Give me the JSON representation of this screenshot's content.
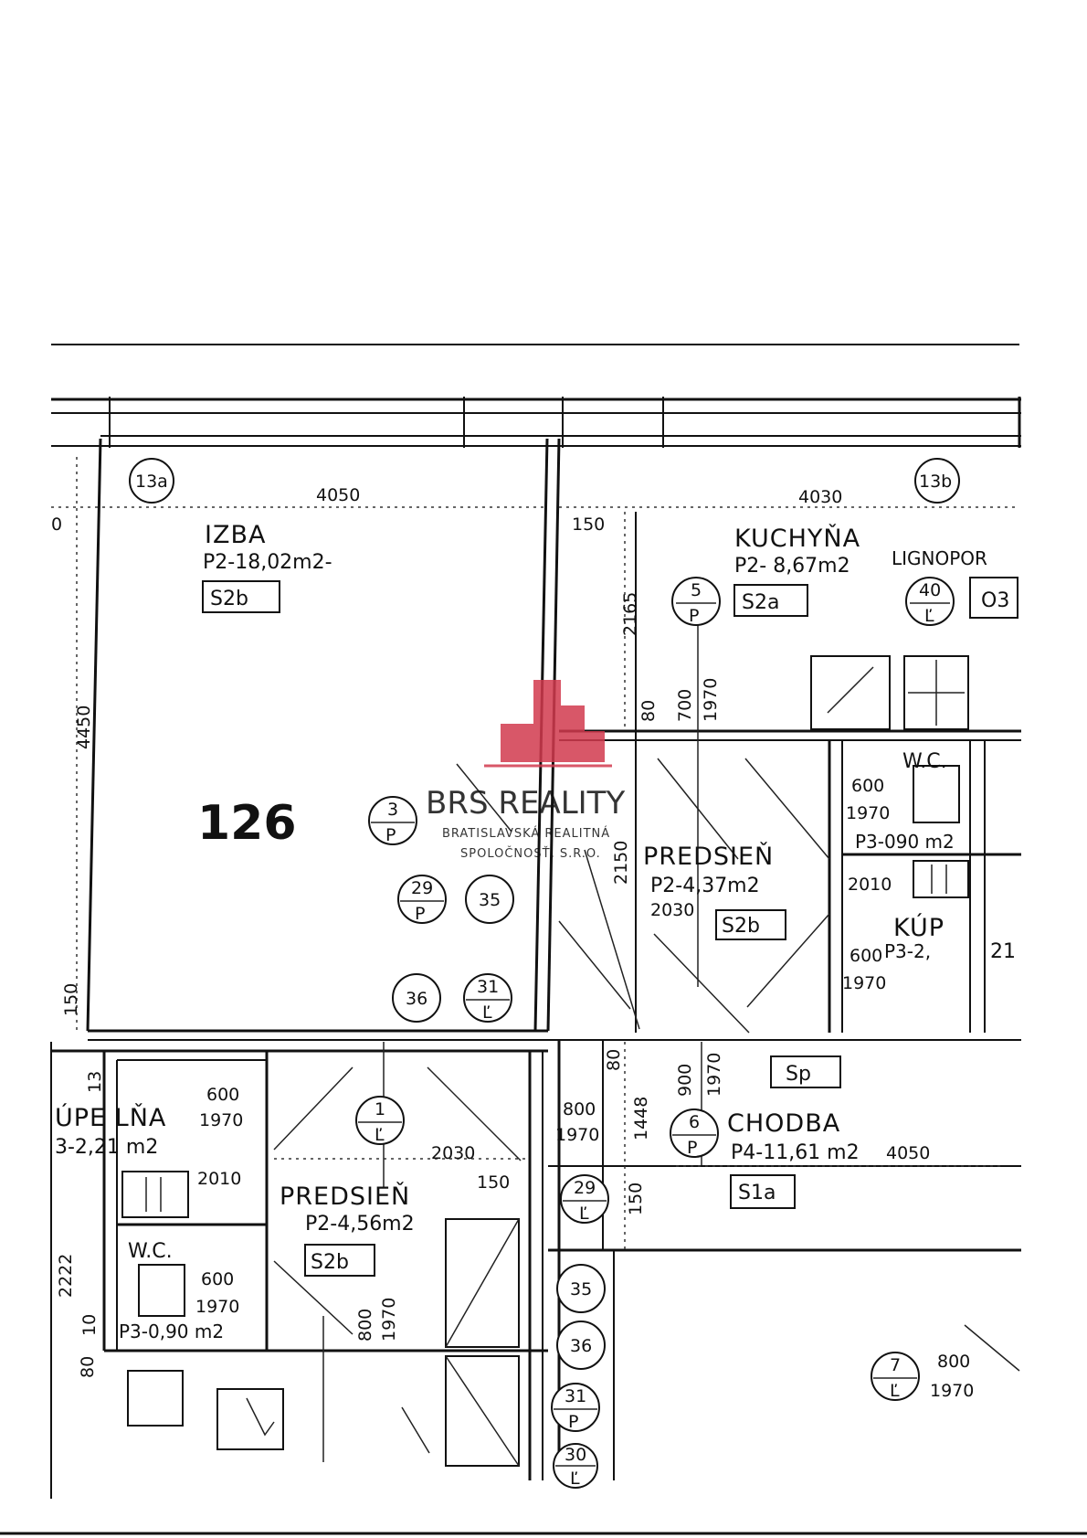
{
  "rooms": {
    "izba": {
      "name": "IZBA",
      "area": "P2-18,02m2-",
      "code": "S2b"
    },
    "kuchyna": {
      "name": "KUCHYŇA",
      "area": "P2- 8,67m2",
      "code": "S2a"
    },
    "predsien_right": {
      "name": "PREDSIEŇ",
      "area": "P2-4,37m2",
      "code": "S2b"
    },
    "chodba": {
      "name": "CHODBA",
      "area": "P4-11,61 m2",
      "code": "S1a"
    },
    "predsien_left": {
      "name": "PREDSIEŇ",
      "area": "P2-4,56m2",
      "code": "S2b"
    },
    "wc_right": {
      "name": "W.C.",
      "area": "P3-090 m2"
    },
    "wc_left": {
      "name": "W.C.",
      "area": "P3-0,90 m2"
    },
    "kup": {
      "name": "KÚP",
      "area": "P3-2,"
    },
    "kupelna": {
      "name": "ÚPE LŇA",
      "area": "3-2,21 m2"
    }
  },
  "unit_number": "126",
  "marks": {
    "lignopor": "LIGNOPOR",
    "o3": "O3",
    "sp": "Sp",
    "k21": "21"
  },
  "dimensions": {
    "d4050_top": "4050",
    "d4030": "4030",
    "d150_a": "150",
    "d2165": "2165",
    "d4450": "4450",
    "d150_left": "150",
    "d80_a": "80",
    "d700": "700",
    "d1970_a": "1970",
    "d2150": "2150",
    "d2030_a": "2030",
    "d600_wc": "600",
    "d1970_wc": "1970",
    "d2010_a": "2010",
    "d600_kup": "600",
    "d1970_kup": "1970",
    "d80_b": "80",
    "d1448": "1448",
    "d900": "900",
    "d1970_b": "1970",
    "d4050_chodba": "4050",
    "d150_b": "150",
    "d600_kup2": "600",
    "d1970_kup2": "1970",
    "d2010_b": "2010",
    "d13": "13",
    "d800_a": "800",
    "d1970_c": "1970",
    "d2030_b": "2030",
    "d150_c": "150",
    "d2222": "2222",
    "d10": "10",
    "d80_c": "80",
    "d600_wc2": "600",
    "d1970_wc2": "1970",
    "d800_b": "800",
    "d1970_d": "1970",
    "d800_c": "800",
    "d1970_e": "1970",
    "d0": "0"
  },
  "tags": {
    "t13a": "13a",
    "t13b": "13b",
    "t5": "5",
    "t5s": "P",
    "t40": "40",
    "t40s": "Ľ",
    "t3": "3",
    "t3s": "P",
    "t29a": "29",
    "t29as": "P",
    "t35a": "35",
    "t36a": "36",
    "t31a": "31",
    "t31as": "Ľ",
    "t1": "1",
    "t1s": "Ľ",
    "t6": "6",
    "t6s": "P",
    "t29b": "29",
    "t29bs": "Ľ",
    "t35b": "35",
    "t36b": "36",
    "t31b": "31",
    "t31bs": "P",
    "t30": "30",
    "t30s": "Ľ",
    "t7": "7",
    "t7s": "Ľ"
  },
  "watermark": {
    "brand": "BRS REALITY",
    "line1": "BRATISLAVSKÁ REALITNÁ",
    "line2": "SPOLOČNOSŤ, S.R.O.",
    "color": "#d23a4e"
  }
}
